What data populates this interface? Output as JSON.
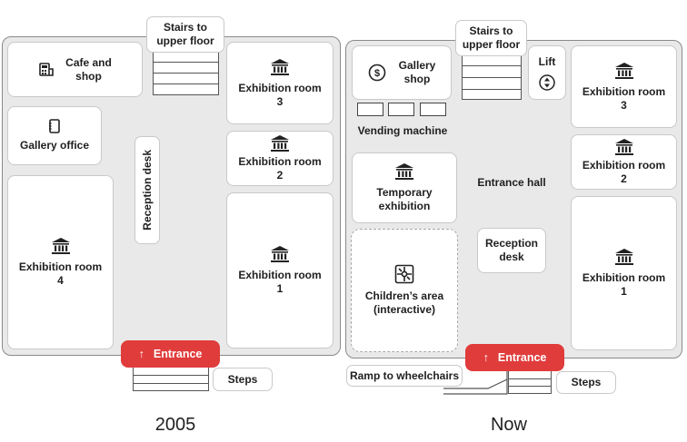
{
  "plan_2005": {
    "caption": "2005",
    "stairs_label": "Stairs to\nupper floor",
    "cafe": "Cafe and\nshop",
    "gallery_office": "Gallery office",
    "reception_desk": "Reception desk",
    "room3": "Exhibition room\n3",
    "room2": "Exhibition room\n2",
    "room1": "Exhibition room\n1",
    "room4": "Exhibition room\n4",
    "entrance": "Entrance",
    "entrance_arrow": "↑",
    "steps": "Steps"
  },
  "plan_now": {
    "caption": "Now",
    "stairs_label": "Stairs to\nupper floor",
    "lift": "Lift",
    "gallery_shop": "Gallery\nshop",
    "vending_machine": "Vending machine",
    "entrance_hall": "Entrance hall",
    "temporary_exhibition": "Temporary\nexhibition",
    "childrens_area": "Children’s area\n(interactive)",
    "reception_desk": "Reception\ndesk",
    "room3": "Exhibition room\n3",
    "room2": "Exhibition room\n2",
    "room1": "Exhibition room\n1",
    "entrance": "Entrance",
    "entrance_arrow": "↑",
    "ramp": "Ramp to wheelchairs",
    "steps": "Steps"
  },
  "icons": {
    "museum": "museum-icon",
    "register": "cash-register-icon",
    "notebook": "notebook-icon",
    "dollar": "dollar-coin-icon",
    "lift": "lift-arrows-icon",
    "puzzle": "puzzle-icon"
  },
  "colors": {
    "entrance": "#e03c3c",
    "floor": "#e9e9e9",
    "room": "#ffffff"
  }
}
